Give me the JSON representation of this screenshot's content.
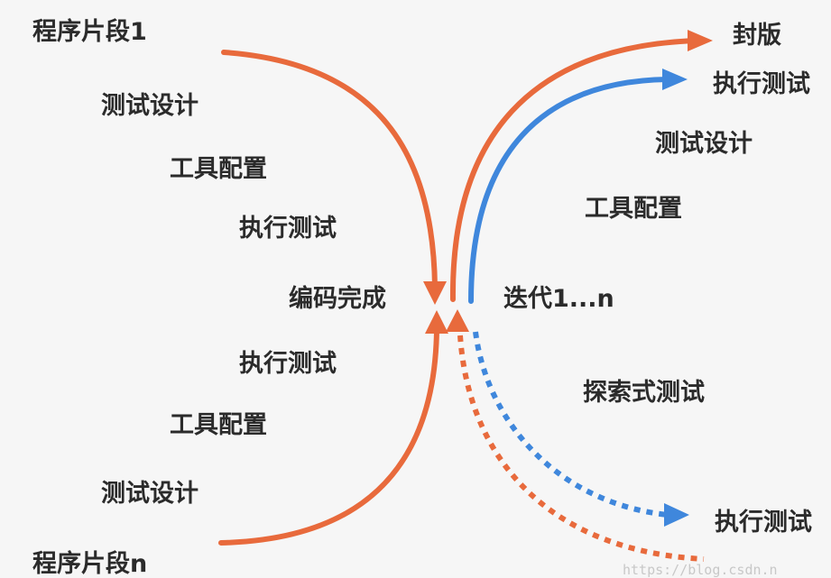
{
  "labels": {
    "snippet_1": "程序片段1",
    "left_top_test_design": "测试设计",
    "left_top_tool_config": "工具配置",
    "left_top_execute_test": "执行测试",
    "coding_complete": "编码完成",
    "left_bottom_execute_test": "执行测试",
    "left_bottom_tool_config": "工具配置",
    "left_bottom_test_design": "测试设计",
    "snippet_n": "程序片段n",
    "release": "封版",
    "right_execute_test_top": "执行测试",
    "right_test_design": "测试设计",
    "right_tool_config": "工具配置",
    "iteration": "迭代1...n",
    "exploratory_test": "探索式测试",
    "right_execute_test_bottom": "执行测试"
  },
  "watermark": "https://blog.csdn.n",
  "colors": {
    "orange": "#e86a3c",
    "blue": "#3f87dc",
    "text": "#2b2b2b"
  }
}
